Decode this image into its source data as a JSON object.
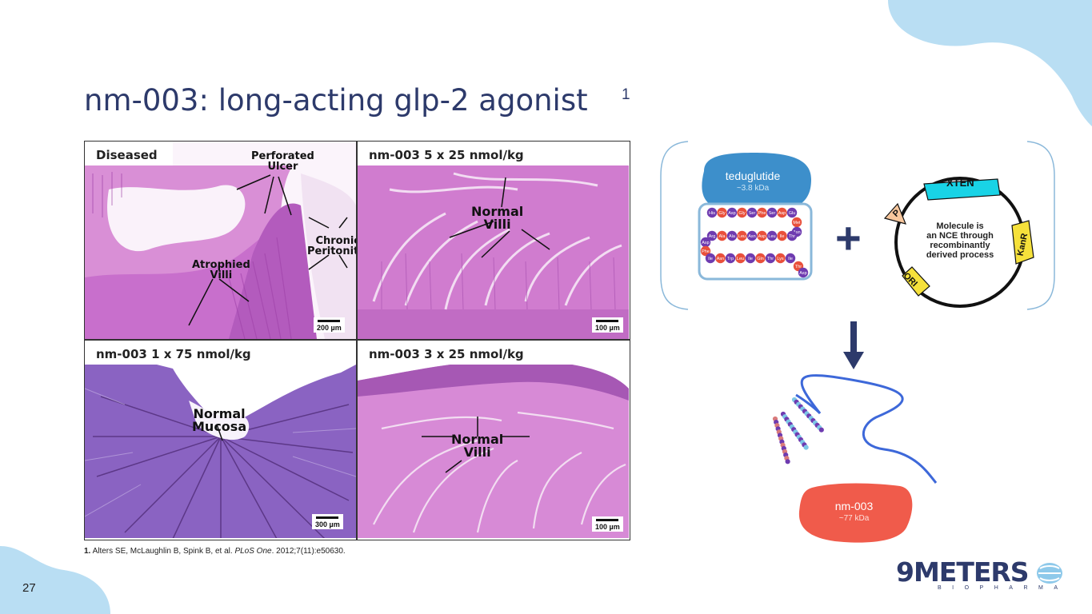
{
  "slide": {
    "title": "nm-003: long-acting glp-2 agonist",
    "title_ref": "1",
    "page_number": "27"
  },
  "panels": {
    "diseased": {
      "label": "Diseased",
      "annotations": {
        "perforated_ulcer": "Perforated\nUlcer",
        "chronic_peritonitis": "Chronic\nPeritonitis",
        "atrophied_villi": "Atrophied\nVilli"
      },
      "scale": "200 µm"
    },
    "dose_5x25": {
      "label": "nm-003  5 x 25 nmol/kg",
      "annotation": "Normal\nVilli",
      "scale": "100 µm"
    },
    "dose_1x75": {
      "label": "nm-003  1 x 75 nmol/kg",
      "annotation": "Normal\nMucosa",
      "scale": "300 µm"
    },
    "dose_3x25": {
      "label": "nm-003  3 x 25 nmol/kg",
      "annotation": "Normal\nVilli",
      "scale": "100 µm"
    }
  },
  "citation": {
    "num": "1.",
    "authors": " Alters SE, McLaughlin B, Spink B, et al. ",
    "journal": "PLoS One",
    "details": ". 2012;7(11):e50630."
  },
  "teduglutide": {
    "name": "teduglutide",
    "mass": "~3.8 kDa",
    "residues_row1": [
      "His",
      "Gly",
      "Asp",
      "Gly",
      "Ser",
      "Phe",
      "Ser",
      "Asp",
      "Glu"
    ],
    "residues_right_drop1": [
      "Met",
      "Asn"
    ],
    "residues_row2": [
      "Thr",
      "Ile",
      "Leu",
      "Asp",
      "Asn",
      "Leu",
      "Ala",
      "Ala",
      "Arg"
    ],
    "residues_left_drop": [
      "Asp",
      "Phe"
    ],
    "residues_row3": [
      "Ile",
      "Asn",
      "Trp",
      "Leu",
      "Ile",
      "Gln",
      "Thr",
      "Lys",
      "Ile"
    ],
    "residues_right_drop2": [
      "Thr",
      "Asp"
    ]
  },
  "operator_plus": "+",
  "plasmid": {
    "text": "Molecule is\nan NCE through\nrecombinantly\nderived process",
    "segments": {
      "xten": "XTEN",
      "p": "P",
      "kanr": "KanR",
      "ori": "ORI"
    }
  },
  "result": {
    "name": "nm-003",
    "mass": "~77 kDa"
  },
  "logo": {
    "main": "9METERS",
    "sub": "BIOPHARMA"
  },
  "colors": {
    "navy": "#2d3a6b",
    "blob_light_blue": "#b9def3",
    "teduglutide_blue": "#3d8fcb",
    "nm003_red": "#f05b4b",
    "xten_cyan": "#19d3e6",
    "kanr_yellow": "#f6e13b",
    "p_peach": "#f8c79d",
    "residue_purple": "#6e3bb0",
    "residue_red": "#e9503b"
  }
}
